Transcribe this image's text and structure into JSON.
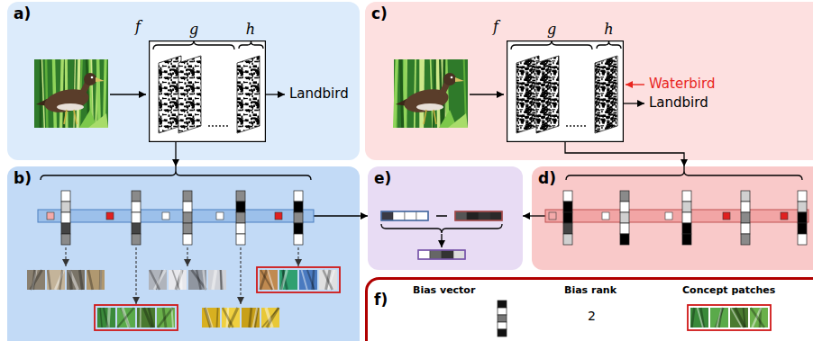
{
  "diagram": {
    "nodes": [
      {
        "text": [
          "a)"
        ]
      },
      {
        "text": [
          "f"
        ],
        "in": 0
      },
      {
        "text": [
          "c)"
        ]
      },
      {
        "text": [
          "f"
        ],
        "in": 2
      },
      {
        "text": [
          "b)"
        ]
      },
      {
        "text": [
          "e)"
        ]
      },
      {
        "text": [
          "d)"
        ]
      },
      {
        "text": [
          "f)",
          "Bias vector",
          "Bias rank",
          "2",
          "Concept patches"
        ]
      }
    ],
    "edges": [
      {
        "from": 1,
        "to": 4,
        "arrow": "to"
      },
      {
        "from": 3,
        "to": 6,
        "arrow": "to"
      },
      {
        "from": 4,
        "to": 5,
        "arrow": "to"
      },
      {
        "from": 6,
        "to": 5,
        "arrow": "to"
      }
    ],
    "labels": [
      "g",
      "h",
      "Landbird",
      "g",
      "h",
      "Waterbird",
      "Landbird"
    ]
  }
}
